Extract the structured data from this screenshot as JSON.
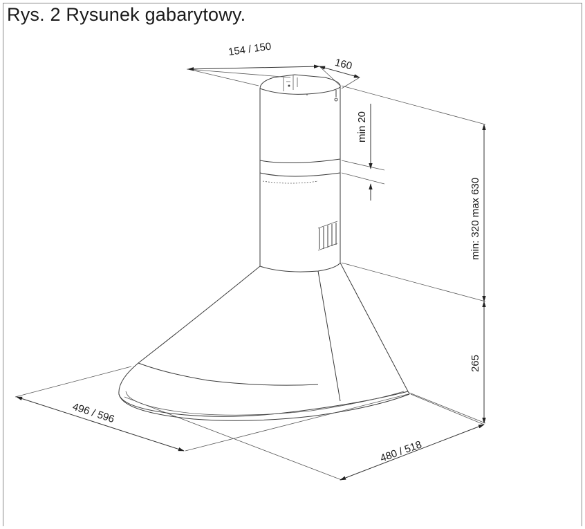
{
  "title": "Rys. 2 Rysunek gabarytowy.",
  "dimensions": {
    "chimney_width": "154 / 150",
    "chimney_depth": "160",
    "min_gap": "min 20",
    "chimney_height": "min: 320 max 630",
    "hood_height": "265",
    "hood_width": "496 / 596",
    "hood_depth": "480 / 518"
  }
}
